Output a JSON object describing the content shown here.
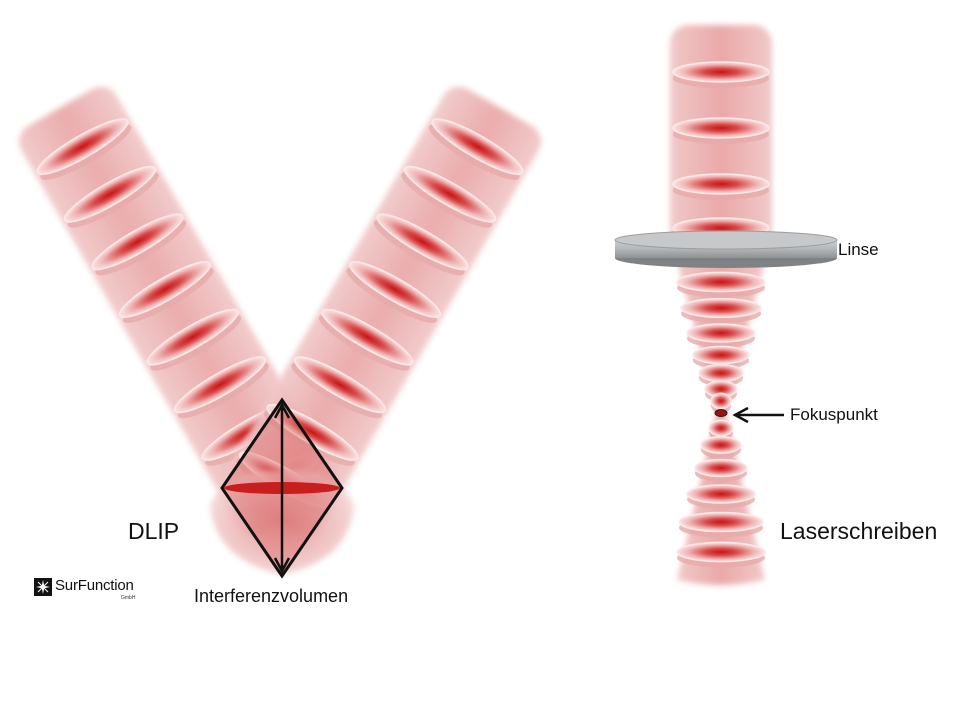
{
  "labels": {
    "dlip": "DLIP",
    "laser": "Laserschreiben",
    "linse": "Linse",
    "fokus": "Fokuspunkt",
    "interferenz": "Interferenzvolumen"
  },
  "logo": {
    "name": "SurFunction",
    "suffix": "GmbH"
  },
  "colors": {
    "beam": "#e89a9a",
    "beam_core": "#c81e1e",
    "lens": "#a9acae",
    "outline": "#111111"
  }
}
